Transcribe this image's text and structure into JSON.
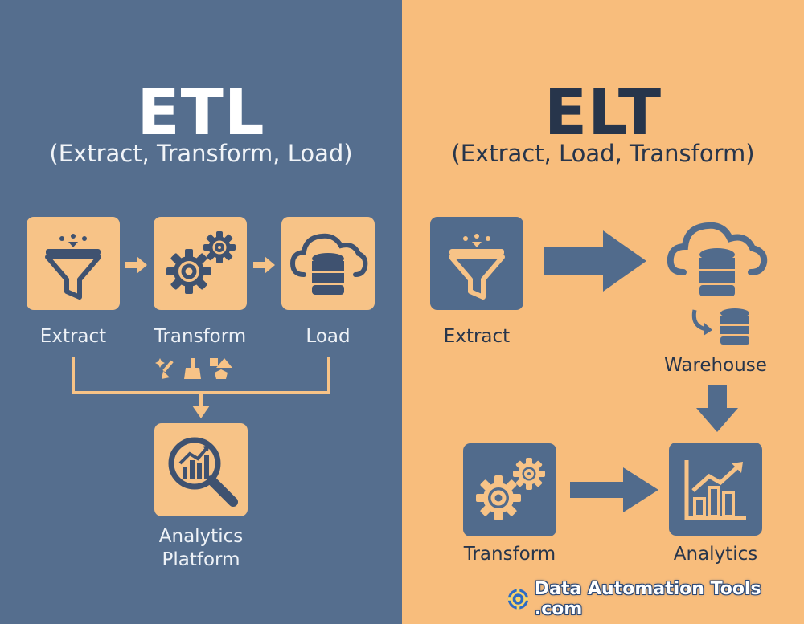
{
  "etl": {
    "title": "ETL",
    "subtitle": "(Extract, Transform, Load)",
    "steps": {
      "extract": "Extract",
      "transform": "Transform",
      "load": "Load"
    },
    "output": {
      "line1": "Analytics",
      "line2": "Platform"
    }
  },
  "elt": {
    "title": "ELT",
    "subtitle": "(Extract, Load, Transform)",
    "steps": {
      "extract": "Extract",
      "warehouse": "Warehouse",
      "transform": "Transform",
      "analytics": "Analytics"
    }
  },
  "brand": {
    "name": "Data Automation Tools .com"
  },
  "colors": {
    "left_bg": "#556e8e",
    "right_bg": "#f8bd7c",
    "left_tile": "#f7c387",
    "right_tile": "#516b8c",
    "ink": "#3f5270"
  },
  "icons": [
    "funnel-icon",
    "gears-icon",
    "cloud-database-icon",
    "cleaning-tools-icon",
    "analytics-magnifier-icon",
    "arrow-icon",
    "database-icon",
    "bar-chart-icon",
    "brand-logo-icon"
  ]
}
